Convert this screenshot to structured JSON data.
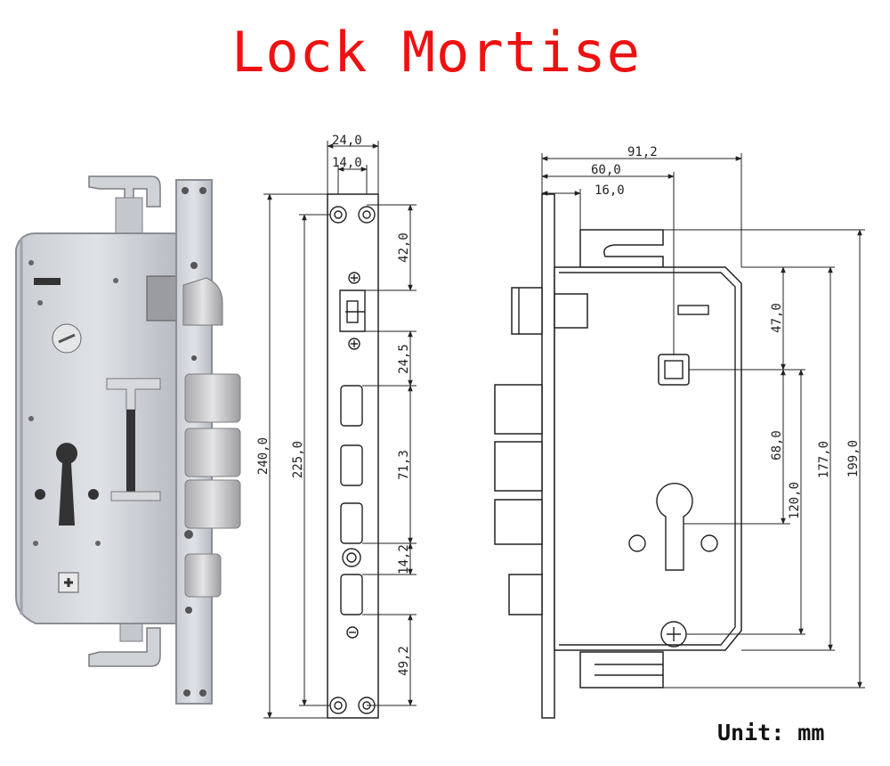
{
  "title": "Lock Mortise",
  "unit": "Unit: mm",
  "front_view": {
    "width_total": "24,0",
    "width_holes": "14,0",
    "height_total": "240,0",
    "height_holes": "225,0",
    "top_to_latch": "42,0",
    "latch_to_bolt": "24,5",
    "bolt_span": "71,3",
    "cylinder_gap": "14,2",
    "bottom_offset": "49,2"
  },
  "side_view": {
    "depth_total": "91,2",
    "depth_spindle": "60,0",
    "depth_faceplate": "16,0",
    "spindle_offset": "47,0",
    "spindle_to_cylinder": "68,0",
    "spindle_to_screw": "120,0",
    "case_height": "177,0",
    "overall_height": "199,0"
  }
}
